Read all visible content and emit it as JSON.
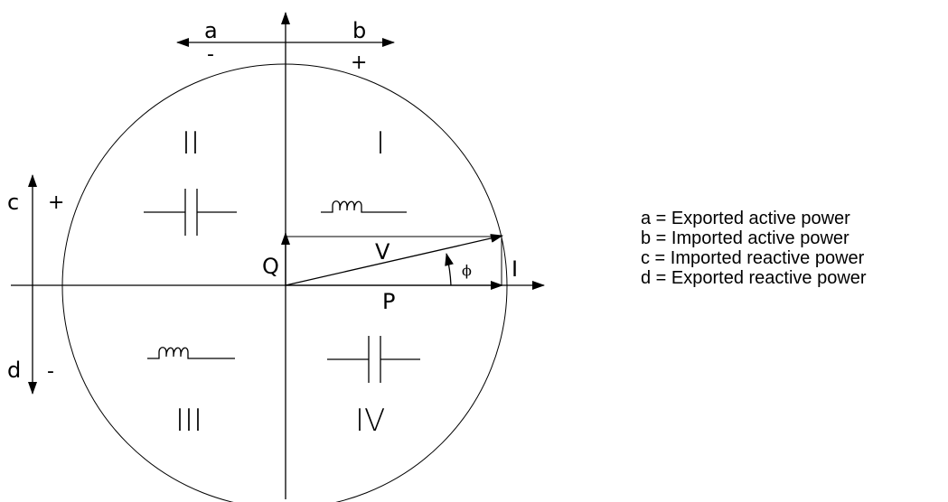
{
  "axes": {
    "a": "a",
    "b": "b",
    "c": "c",
    "d": "d",
    "a_sign": "-",
    "b_sign": "+",
    "c_sign": "+",
    "d_sign": "-"
  },
  "quadrants": {
    "q1": "I",
    "q2": "II",
    "q3": "III",
    "q4": "IV"
  },
  "vectors": {
    "v": "V",
    "p": "P",
    "q": "Q",
    "i": "I",
    "phi": "ϕ"
  },
  "legend": [
    "a = Exported active power",
    "b = Imported active power",
    "c = Imported reactive power",
    "d = Exported reactive power"
  ]
}
